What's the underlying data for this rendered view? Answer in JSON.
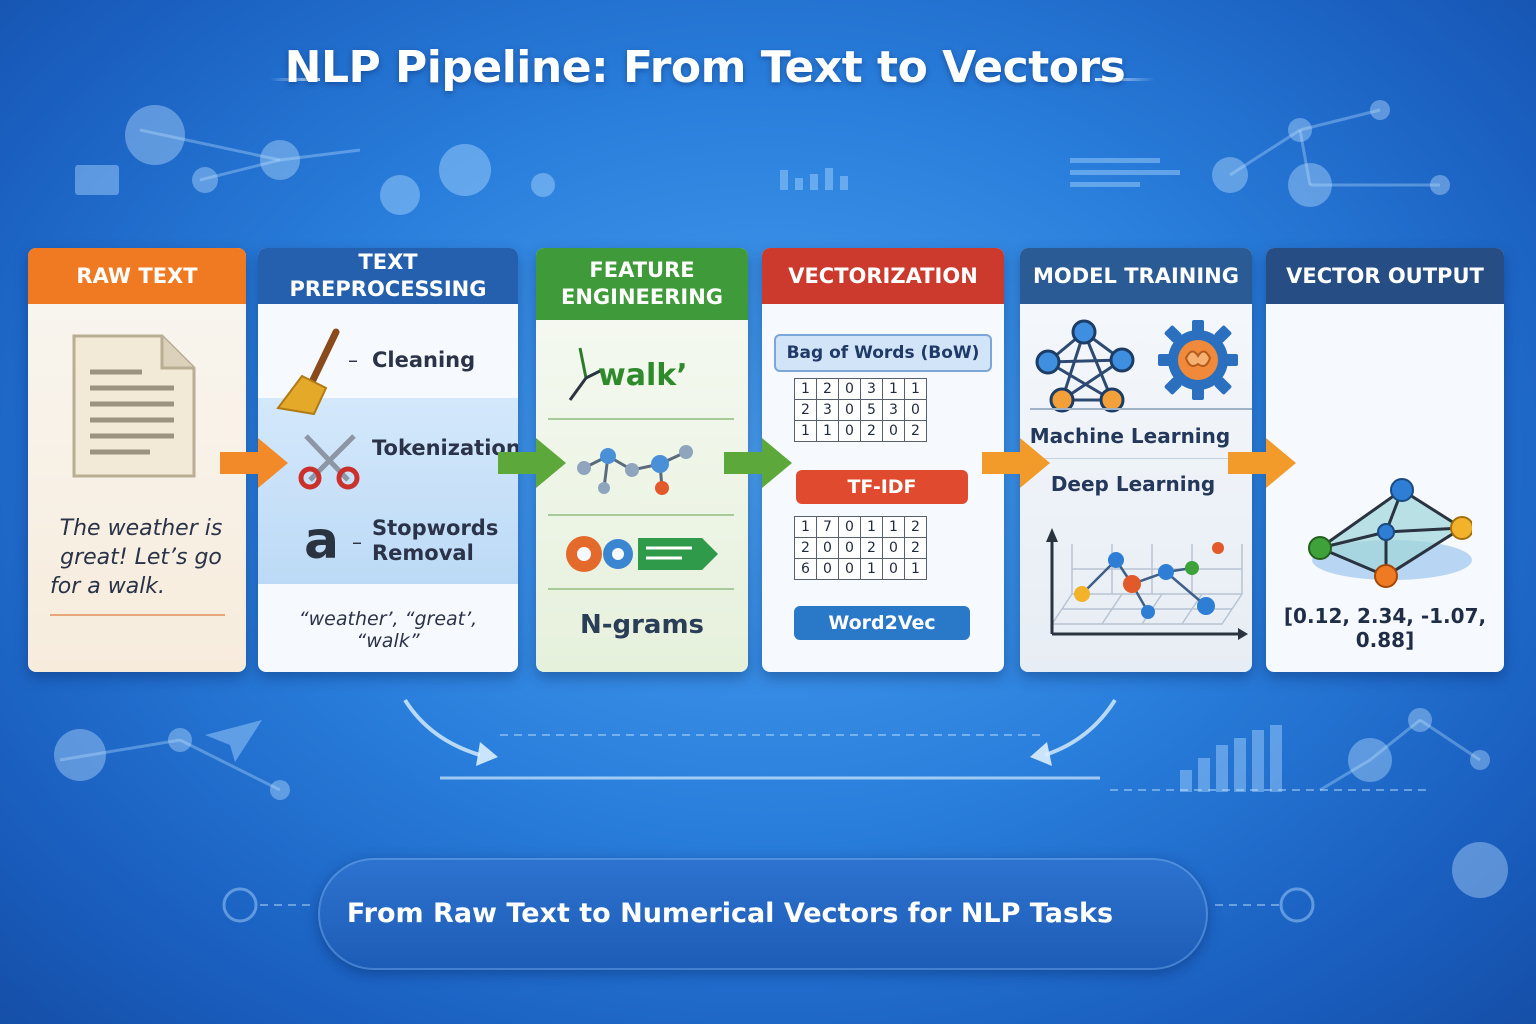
{
  "title": "NLP Pipeline: From Text to Vectors",
  "stages": [
    {
      "header": "RAW TEXT",
      "color": "#f07a22",
      "sample_text": [
        "The weather is",
        "great! Let’s go",
        "for a walk."
      ]
    },
    {
      "header": "TEXT PREPROCESSING",
      "color": "#2460ad",
      "steps": [
        "Cleaning",
        "Tokenization",
        "Stopwords",
        "Removal"
      ],
      "tokens": "“weather’, “great’, “walk”"
    },
    {
      "header_line1": "FEATURE",
      "header_line2": "ENGINEERING",
      "color": "#3f9a3a",
      "word": "walk’",
      "ngrams": "N-grams"
    },
    {
      "header": "VECTORIZATION",
      "color": "#cc3a2e",
      "bow_label": "Bag of Words (BoW)",
      "bow_matrix": [
        [
          "1",
          "2",
          "0",
          "3",
          "1",
          "1"
        ],
        [
          "2",
          "3",
          "0",
          "5",
          "3",
          "0"
        ],
        [
          "1",
          "1",
          "0",
          "2",
          "0",
          "2"
        ]
      ],
      "tfidf_label": "TF-IDF",
      "tfidf_matrix": [
        [
          "1",
          "7",
          "0",
          "1",
          "1",
          "2"
        ],
        [
          "2",
          "0",
          "0",
          "2",
          "0",
          "2"
        ],
        [
          "6",
          "0",
          "0",
          "1",
          "0",
          "1"
        ]
      ],
      "w2v_label": "Word2Vec"
    },
    {
      "header": "MODEL TRAINING",
      "color": "#2b5b94",
      "ml_label": "Machine Learning",
      "dl_label": "Deep Learning"
    },
    {
      "header": "VECTOR OUTPUT",
      "color": "#264e85",
      "vector": "[0.12, 2.34, -1.07, 0.88]"
    }
  ],
  "footer": "From Raw Text to Numerical Vectors for NLP Tasks",
  "icons": [
    "document-icon",
    "broom-icon",
    "scissors-icon",
    "letter-a-icon",
    "gears-icon",
    "network-icon",
    "brain-gear-icon",
    "3d-plot-icon",
    "vector-plane-icon",
    "arrow-icon"
  ]
}
